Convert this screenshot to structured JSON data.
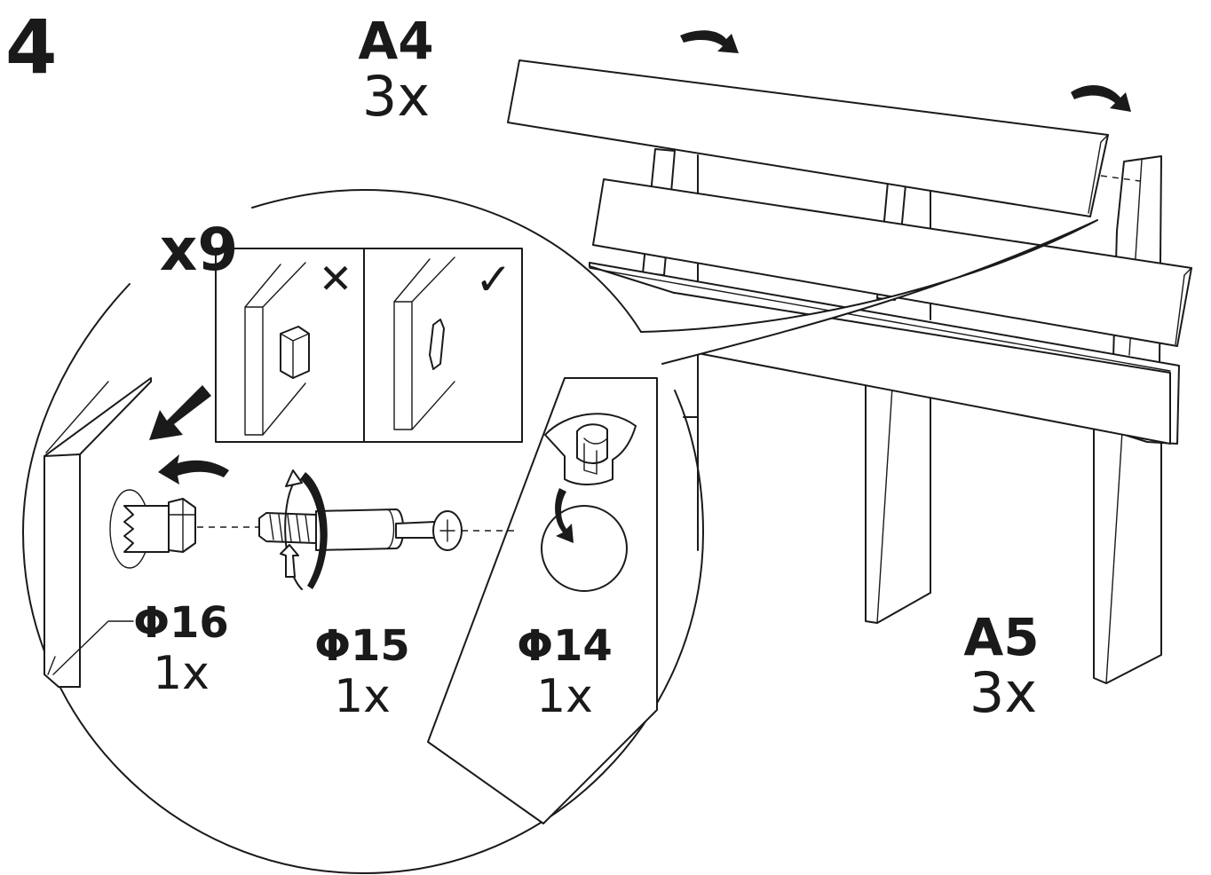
{
  "step": {
    "number": "4"
  },
  "parts": {
    "a4": {
      "code": "A4",
      "qty": "3x"
    },
    "a5": {
      "code": "A5",
      "qty": "3x"
    }
  },
  "detail": {
    "repeat": "x9",
    "wrong_mark": "✕",
    "right_mark": "✓",
    "hardware": [
      {
        "code": "Φ16",
        "qty": "1x"
      },
      {
        "code": "Φ15",
        "qty": "1x"
      },
      {
        "code": "Φ14",
        "qty": "1x"
      }
    ]
  },
  "colors": {
    "ink": "#1a1a1a",
    "paper": "#ffffff"
  },
  "icons": [
    "curved-arrow-icon",
    "down-arrow-icon",
    "rotate-arrow-icon",
    "cross-icon",
    "check-icon"
  ]
}
